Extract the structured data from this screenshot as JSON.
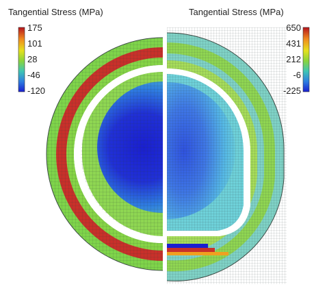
{
  "left_panel": {
    "title": "Tangential Stress (MPa)",
    "colorbar_ticks": [
      "175",
      "101",
      "28",
      "-46",
      "-120"
    ]
  },
  "right_panel": {
    "title": "Tangential Stress (MPa)",
    "colorbar_ticks": [
      "650",
      "431",
      "212",
      "-6",
      "-225"
    ]
  },
  "colormap": [
    "#b5141d",
    "#f08a1e",
    "#e5e11e",
    "#8ad43c",
    "#3fc6b4",
    "#2f7fe0",
    "#1a1fd0"
  ],
  "colors": {
    "red_band": "#c8302a",
    "green": "#7fd44a",
    "light_green": "#a6dc5a",
    "cyan": "#7fd2c6",
    "blue_center": "#1e2bd6",
    "mesh_line": "#2d3b3a"
  }
}
